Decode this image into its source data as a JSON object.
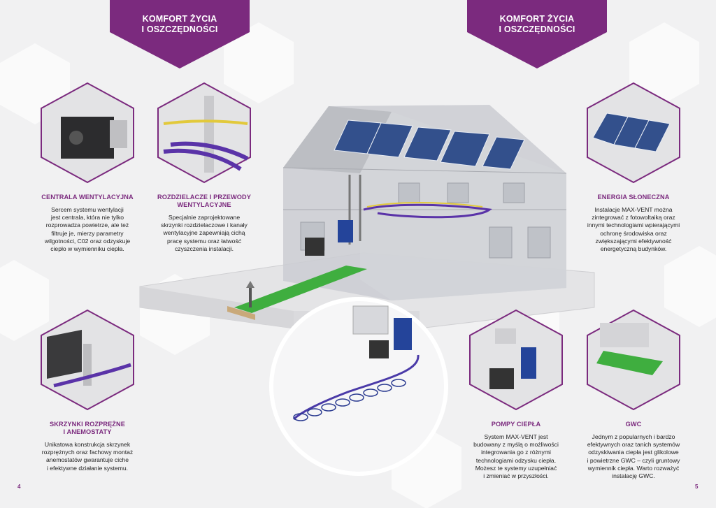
{
  "banners": {
    "left": {
      "line1": "KOMFORT ŻYCIA",
      "line2": "I OSZCZĘDNOŚCI"
    },
    "right": {
      "line1": "KOMFORT ŻYCIA",
      "line2": "I OSZCZĘDNOŚCI"
    }
  },
  "sections": {
    "centrala": {
      "title": "CENTRALA WENTYLACYJNA",
      "body": [
        "Sercem systemu wentylacji",
        "jest centrala, która nie tylko",
        "rozprowadza powietrze, ale też",
        "filtruje je, mierzy parametry",
        "wilgotności, C02 oraz odzyskuje",
        "ciepło w wymienniku ciepła."
      ]
    },
    "rozdzielacze": {
      "title": [
        "ROZDZIELACZE I PRZEWODY",
        "WENTYLACYJNE"
      ],
      "body": [
        "Specjalnie zaprojektowane",
        "skrzynki rozdzielaczowe i kanały",
        "wentylacyjne zapewniają cichą",
        "pracę systemu oraz łatwość",
        "czyszczenia instalacji."
      ]
    },
    "energia": {
      "title": "ENERGIA SŁONECZNA",
      "body": [
        "Instalacje MAX-VENT można",
        "zintegrować z fotowoltaiką oraz",
        "innymi technologiami wpierającymi",
        "ochronę środowiska oraz",
        "zwiększającymi efektywność",
        "energetyczną budynków."
      ]
    },
    "skrzynki": {
      "title": [
        "SKRZYNKI ROZPRĘŻNE",
        "I ANEMOSTATY"
      ],
      "body": [
        "Unikatowa konstrukcja skrzynek",
        "rozprężnych oraz fachowy montaż",
        "anemostatów gwarantuje ciche",
        "i efektywne działanie systemu."
      ]
    },
    "pompy": {
      "title": "POMPY CIEPŁA",
      "body": [
        "System MAX-VENT jest",
        "budowany z myślą o możliwości",
        "integrowania go z różnymi",
        "technologiami odzysku ciepła.",
        "Możesz te systemy uzupełniać",
        "i zmieniać w przyszłości."
      ]
    },
    "gwc": {
      "title": "GWC",
      "body": [
        "Jednym z popularnych i bardzo",
        "efektywnych oraz tanich systemów",
        "odzyskiwania ciepła jest glikolowe",
        "i powietrzne GWC – czyli gruntowy",
        "wymiennik ciepła. Warto rozważyć",
        "instalację GWC."
      ]
    }
  },
  "pages": {
    "left": "4",
    "right": "5"
  },
  "colors": {
    "brand_purple": "#7b2a7e",
    "hex_border": "#7b2a7e",
    "solar_blue": "#33508c",
    "gwc_green": "#3fae3f"
  }
}
